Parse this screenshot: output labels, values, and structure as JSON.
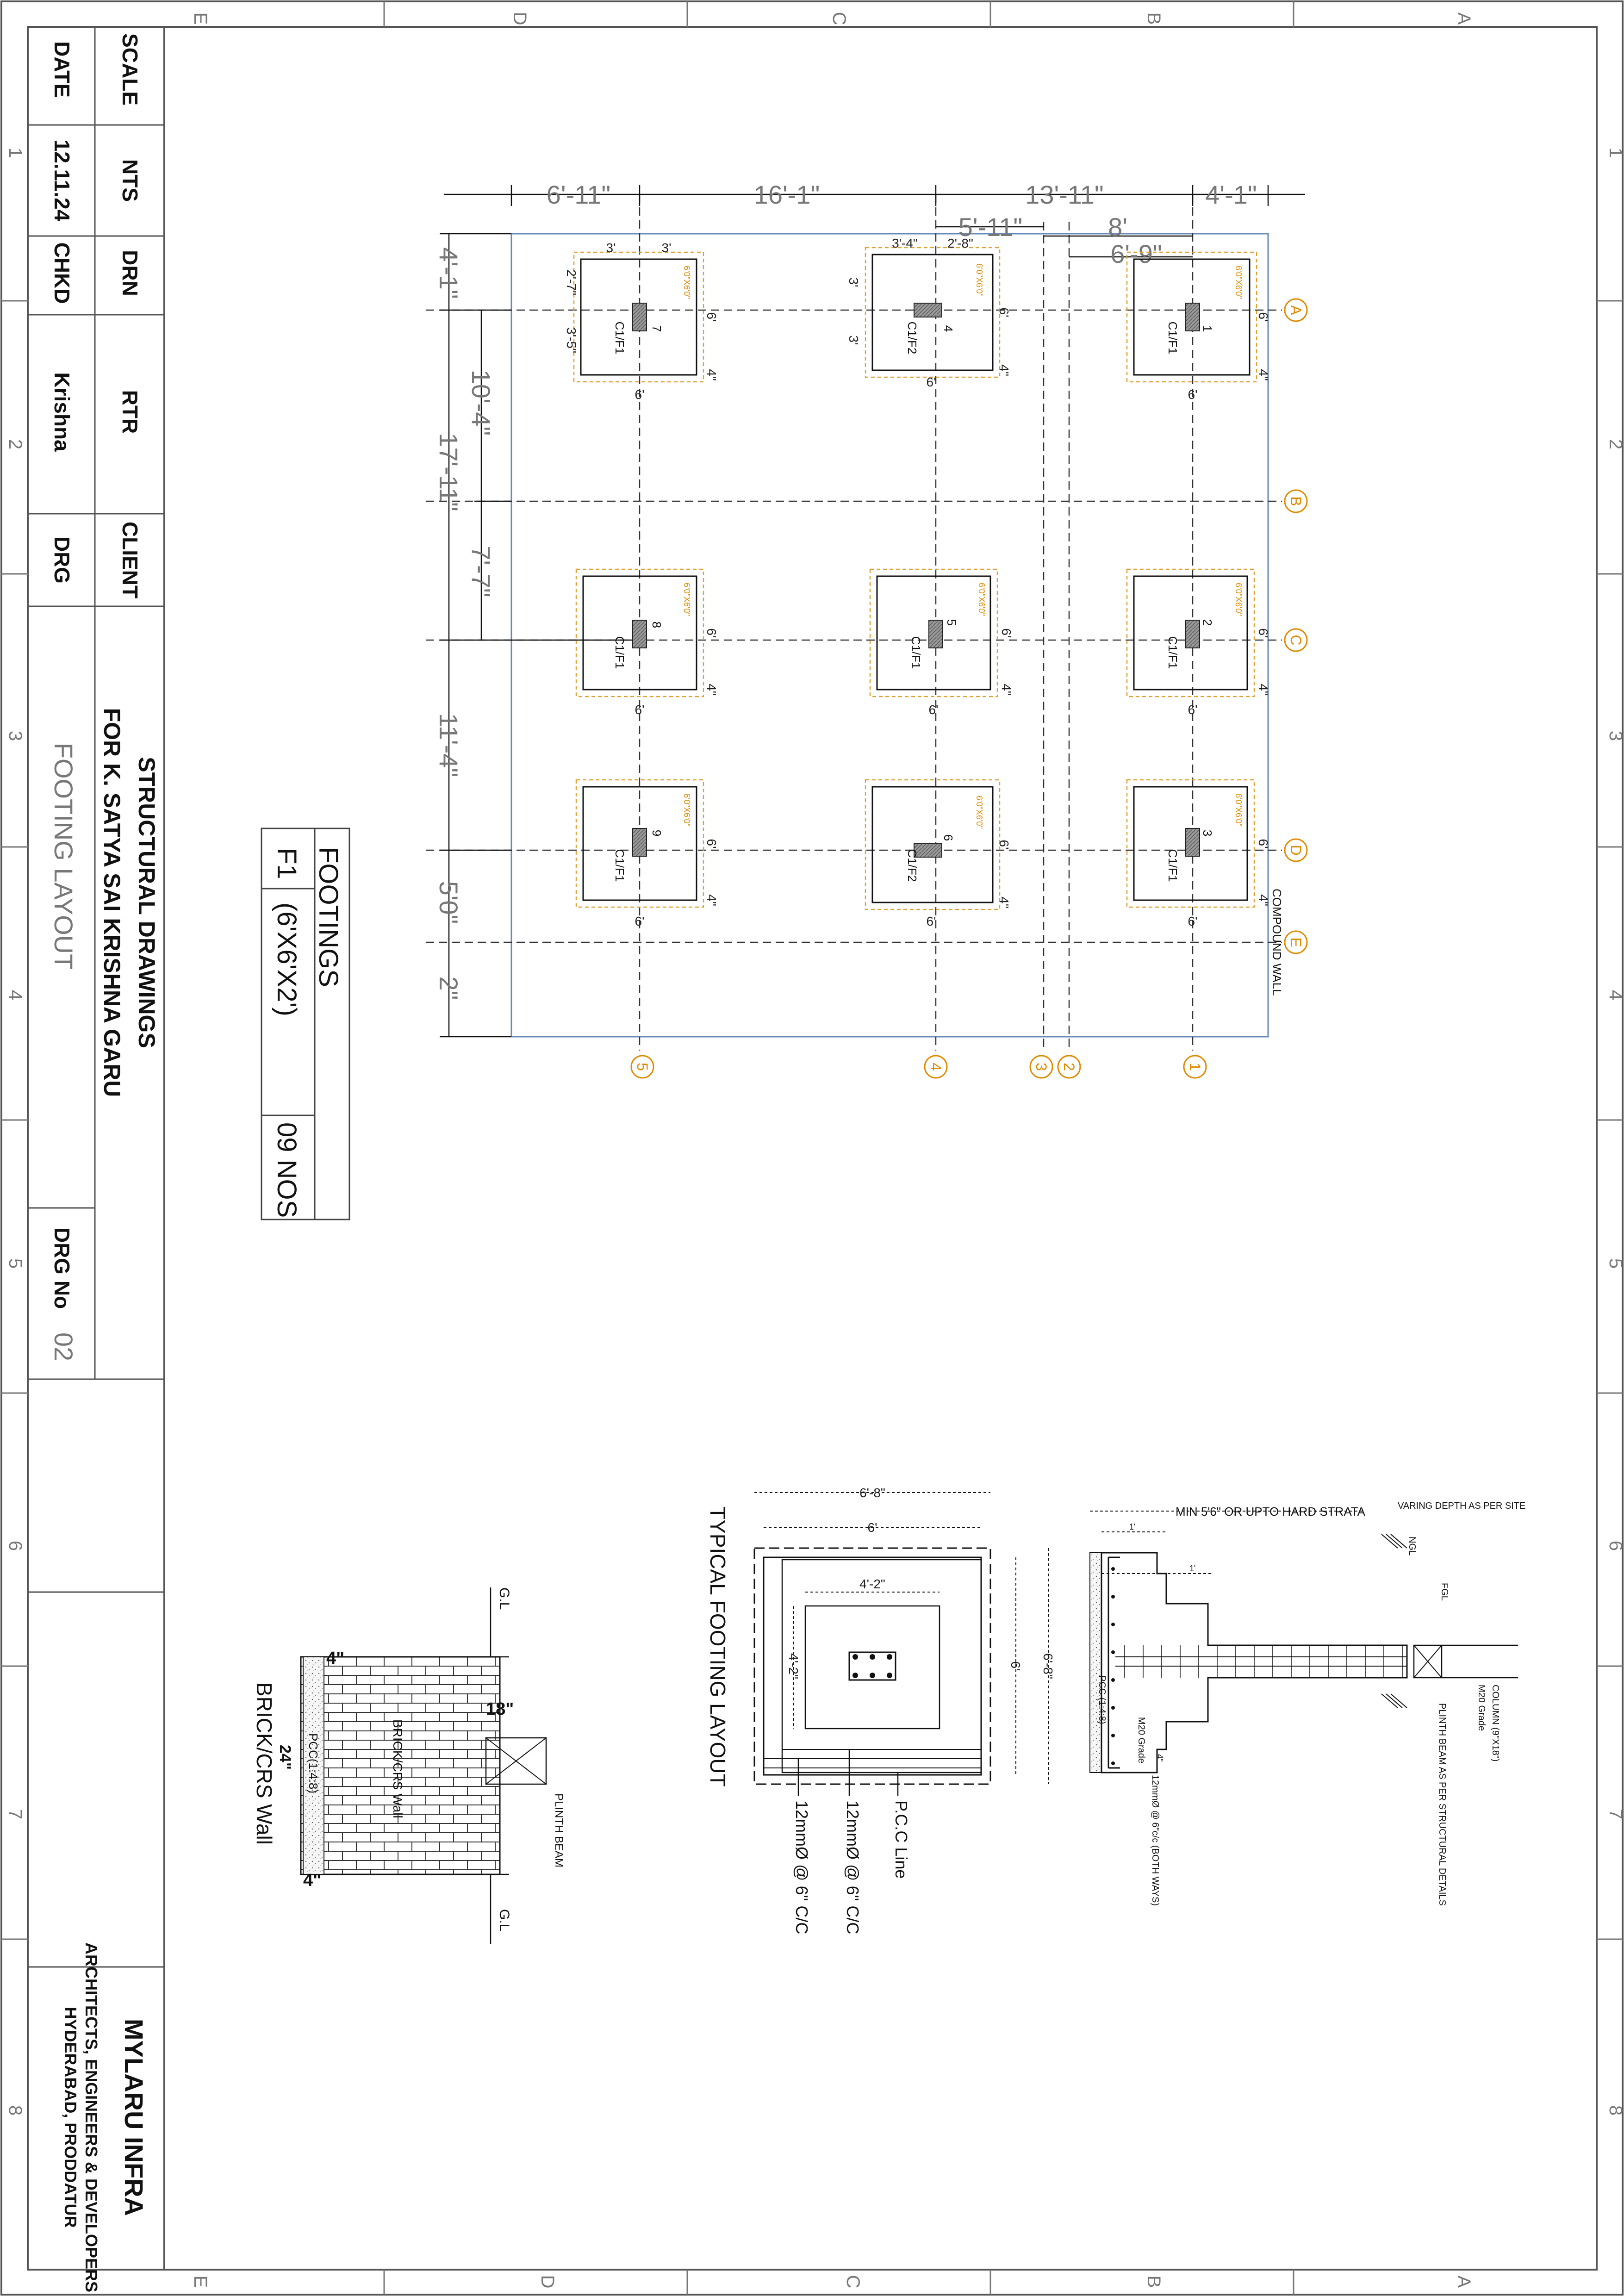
{
  "sheet": {
    "border_letters": [
      "E",
      "D",
      "C",
      "B",
      "A"
    ],
    "border_numbers": [
      "1",
      "2",
      "3",
      "4",
      "5",
      "6",
      "7",
      "8"
    ]
  },
  "title_block": {
    "scale_label": "SCALE",
    "scale_value": "NTS",
    "drn_label": "DRN",
    "rtr_label": "RTR",
    "client_label": "CLIENT",
    "date_label": "DATE",
    "date_value": "12.11.24",
    "chkd_label": "CHKD",
    "chkd_value": "Krishna",
    "drg_label": "DRG",
    "drg_value": "FOOTING LAYOUT",
    "project_line1": "STRUCTURAL DRAWINGS",
    "project_line2": "FOR K. SATYA SAI KRISHNA GARU",
    "drg_no_label": "DRG No",
    "drg_no_value": "02",
    "firm_name": "MYLARU INFRA",
    "firm_line1": "ARCHITECTS, ENGINEERS & DEVELOPERS",
    "firm_line2": "HYDERABAD, PRODDATUR"
  },
  "schedule": {
    "title": "FOOTINGS",
    "type": "F1",
    "size": "(6'X6'X2')",
    "qty": "09 NOS"
  },
  "plan": {
    "dims_top": [
      "6'-11\"",
      "16'-1\"",
      "13'-11\"",
      "4'-1\""
    ],
    "dims_top_inner": [
      "5'-11\"",
      "8'",
      "6'-9\""
    ],
    "dims_side": [
      "4'-1\"",
      "10'-4\"",
      "17'-11\"",
      "7'-7\"",
      "11'-4\"",
      "5'0\"",
      "2\""
    ],
    "grid_row_labels": [
      "A",
      "B",
      "C",
      "D",
      "E"
    ],
    "grid_col_labels": [
      "5",
      "4",
      "3",
      "2",
      "1"
    ],
    "compound_wall": "COMPOUND WALL",
    "footing_depth_note": "6'0\"X6'0\"",
    "dim_6": "6'",
    "dim_4": "4\"",
    "footing_tag_a": "C1/F1",
    "footing_tag_b": "C1/F2",
    "col_numbers": [
      "1",
      "2",
      "3",
      "4",
      "5",
      "6",
      "7",
      "8",
      "9"
    ],
    "dims_footing7": [
      "3'",
      "3'",
      "2'-7\"",
      "3'-5\""
    ],
    "dims_footing4": [
      "3'-4\"",
      "2'-8\"",
      "3'",
      "3'"
    ]
  },
  "typical_footing": {
    "title": "TYPICAL FOOTING LAYOUT",
    "dim_outer": "6'-8\"",
    "dim_mid": "6'",
    "dim_inner": "4'-2\"",
    "callout_pcc": "P.C.C Line",
    "callout_bar1": "12mmØ @ 6\" C/C",
    "callout_bar2": "12mmØ @ 6\" C/C"
  },
  "section": {
    "min_depth": "MIN  5'6\" OR UPTO HARD STRATA",
    "varying_depth": "VARING DEPTH AS PER SITE",
    "ngl": "NGL",
    "fgl": "FGL",
    "column": "COLUMN (9\"X18\")",
    "m20_grade": "M20 Grade",
    "plinth_beam": "PLINTH BEAM AS PER STRUCTURAL DETAILS",
    "pcc": "PCC (1:4:8)",
    "m20_footing": "M20 Grade",
    "bars": "12mmØ @ 6\"c/c (BOTH WAYS)",
    "dim_1": "1'",
    "dim_4": "4\""
  },
  "wall_section": {
    "title": "BRICK/CRS Wall",
    "gl_top": "G.L",
    "gl_bottom": "G.L",
    "plinth_beam": "PLINTH BEAM",
    "wall_label": "BRICK/CRS Wall",
    "pcc_label": "PCC(1:4:8)",
    "dim_4a": "4\"",
    "dim_4b": "4\"",
    "dim_18": "18\"",
    "dim_24": "24\""
  }
}
